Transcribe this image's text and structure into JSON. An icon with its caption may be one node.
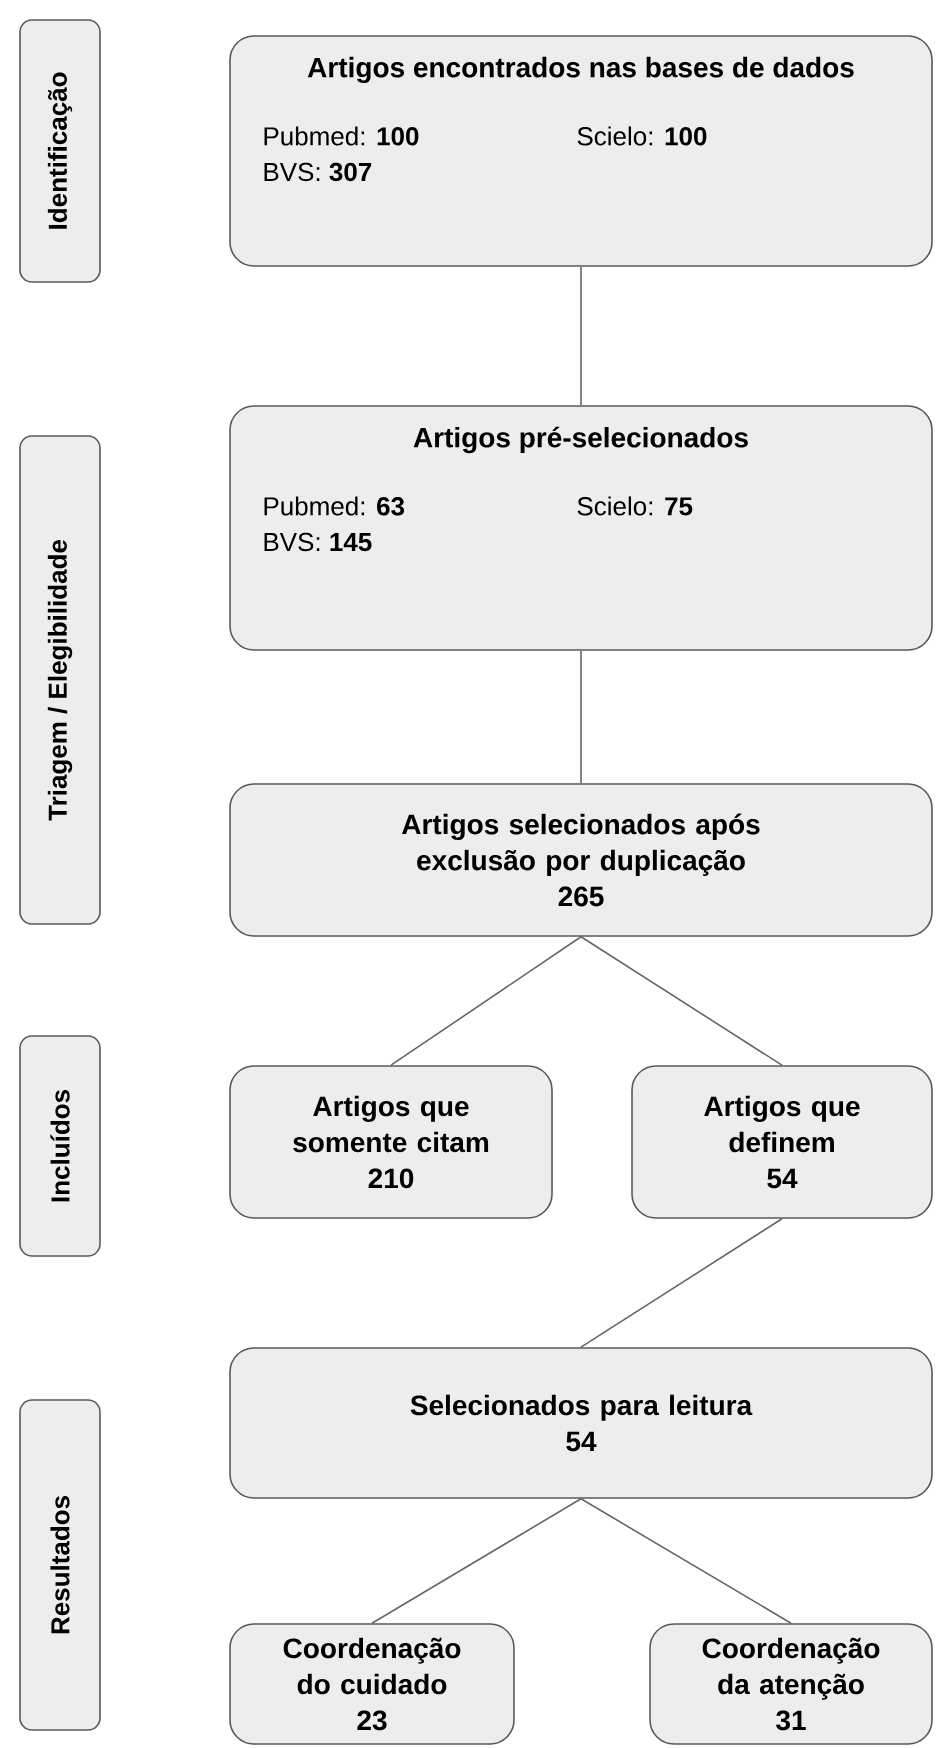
{
  "diagram": {
    "nodes": [
      {
        "text": [
          "Identificação"
        ]
      },
      {
        "text": [
          "Artigos encontrados nas bases de dados",
          "Pubmed: **100**",
          "BVS: **307**",
          "Scielo: **100**"
        ]
      },
      {
        "text": [
          "Triagem / Elegibilidade"
        ]
      },
      {
        "text": [
          "Artigos pré-selecionados",
          "Pubmed: **63**",
          "BVS: **145**",
          "Scielo: **75**"
        ]
      },
      {
        "text": [
          "Artigos selecionados após exclusão por duplicação",
          "265"
        ]
      },
      {
        "text": [
          "Incluídos"
        ]
      },
      {
        "text": [
          "Artigos que somente citam",
          "210"
        ]
      },
      {
        "text": [
          "Artigos que definem",
          "54"
        ]
      },
      {
        "text": [
          "Resultados"
        ]
      },
      {
        "text": [
          "Selecionados para leitura",
          "54"
        ]
      },
      {
        "text": [
          "Coordenação do cuidado",
          "23"
        ]
      },
      {
        "text": [
          "Coordenação da atenção",
          "31"
        ]
      }
    ],
    "edges": [
      {
        "from": 1,
        "to": 3,
        "arrow": "none"
      },
      {
        "from": 3,
        "to": 4,
        "arrow": "none"
      },
      {
        "from": 4,
        "to": 6,
        "arrow": "none"
      },
      {
        "from": 4,
        "to": 7,
        "arrow": "none"
      },
      {
        "from": 7,
        "to": 9,
        "arrow": "none"
      },
      {
        "from": 9,
        "to": 10,
        "arrow": "none"
      },
      {
        "from": 9,
        "to": 11,
        "arrow": "none"
      }
    ]
  }
}
